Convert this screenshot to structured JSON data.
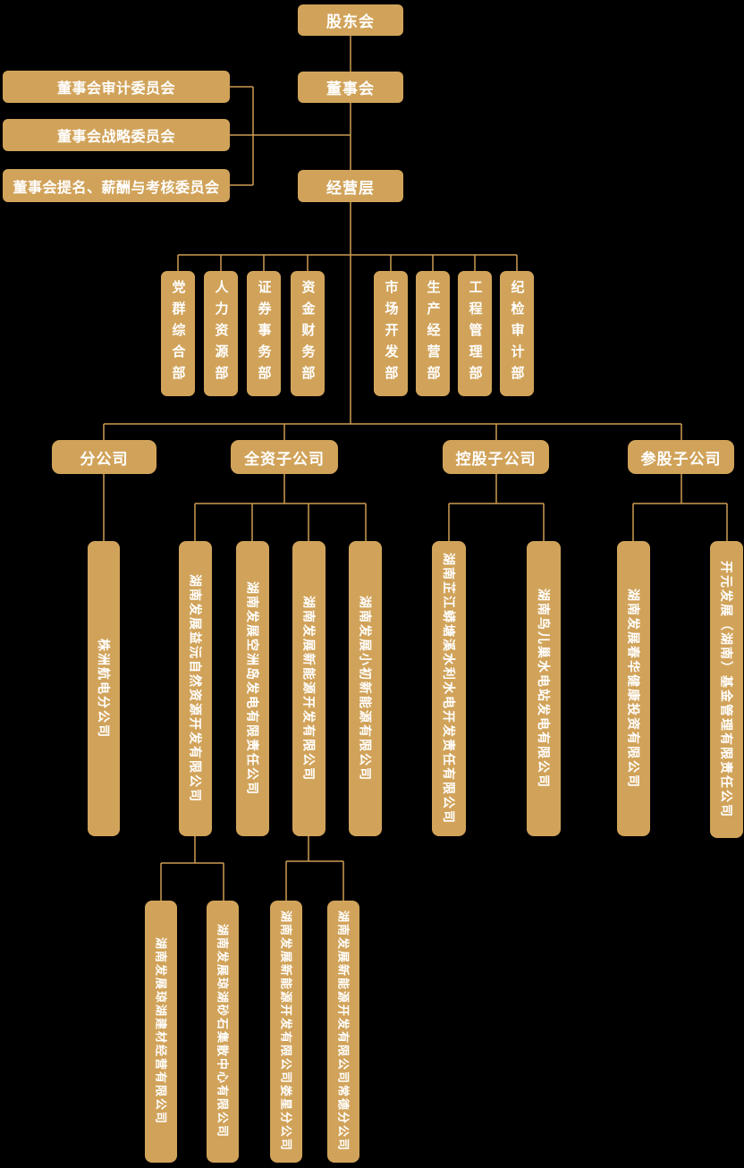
{
  "palette": {
    "background": "#000000",
    "box_gold": "#D1A35A",
    "line_gold": "#CD9C52",
    "text_white": "#FFFFFF"
  },
  "top": {
    "shareholders": "股东会",
    "board": "董事会",
    "management": "经营层"
  },
  "committees": [
    "董事会审计委员会",
    "董事会战略委员会",
    "董事会提名、薪酬与考核委员会"
  ],
  "departments": [
    "党群综合部",
    "人力资源部",
    "证券事务部",
    "资金财务部",
    "市场开发部",
    "生产经营部",
    "工程管理部",
    "纪检审计部"
  ],
  "categories": [
    {
      "label": "分公司",
      "companies": [
        {
          "name": "株洲航电分公司"
        }
      ]
    },
    {
      "label": "全资子公司",
      "companies": [
        {
          "name": "湖南发展益沅自然资源开发有限公司",
          "children": [
            "湖南发展琼湖建材经营有限公司",
            "湖南发展琼湖砂石集散中心有限公司"
          ]
        },
        {
          "name": "湖南发展空洲岛发电有限责任公司"
        },
        {
          "name": "湖南发展新能源开发有限公司",
          "children": [
            "湖南发展新能源开发有限公司娄星分公司",
            "湖南发展新能源开发有限公司常德分公司"
          ]
        },
        {
          "name": "湖南发展小初新能源有限公司"
        }
      ]
    },
    {
      "label": "控股子公司",
      "companies": [
        {
          "name": "湖南芷江蟒塘溪水利水电开发责任有限公司"
        },
        {
          "name": "湖南鸟儿巢水电站发电有限公司"
        }
      ]
    },
    {
      "label": "参股子公司",
      "companies": [
        {
          "name": "湖南发展春华健康投资有限公司"
        },
        {
          "name": "开元发展（湖南）基金管理有限责任公司"
        }
      ]
    }
  ]
}
